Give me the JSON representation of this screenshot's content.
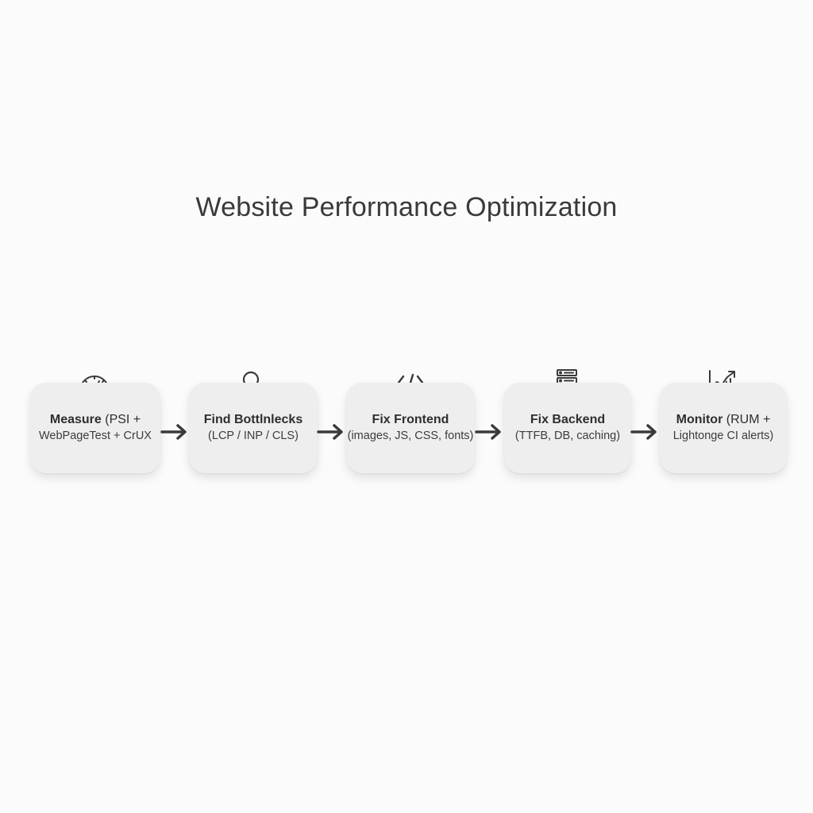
{
  "title": "Website Performance Optimization",
  "steps": [
    {
      "name": "Measure",
      "detail_inline": "(PSI +",
      "detail": "WebPageTest + CrUX",
      "icon": "gauge-icon"
    },
    {
      "name": "Find Bottlnlecks",
      "detail_inline": "",
      "detail": "(LCP / INP / CLS)",
      "icon": "magnifier-icon"
    },
    {
      "name": "Fix Frontend",
      "detail_inline": "",
      "detail": "(images, JS, CSS, fonts)",
      "icon": "code-icon"
    },
    {
      "name": "Fix Backend",
      "detail_inline": "",
      "detail": "(TTFB, DB, caching)",
      "icon": "server-icon"
    },
    {
      "name": "Monitor",
      "detail_inline": "(RUM +",
      "detail": "Lightonge CI alerts)",
      "icon": "chart-icon"
    }
  ],
  "colors": {
    "background": "#fbfbfb",
    "box": "#eeeeee",
    "icon_stroke": "#3a3a3a",
    "arrow": "#3a3a3a"
  }
}
